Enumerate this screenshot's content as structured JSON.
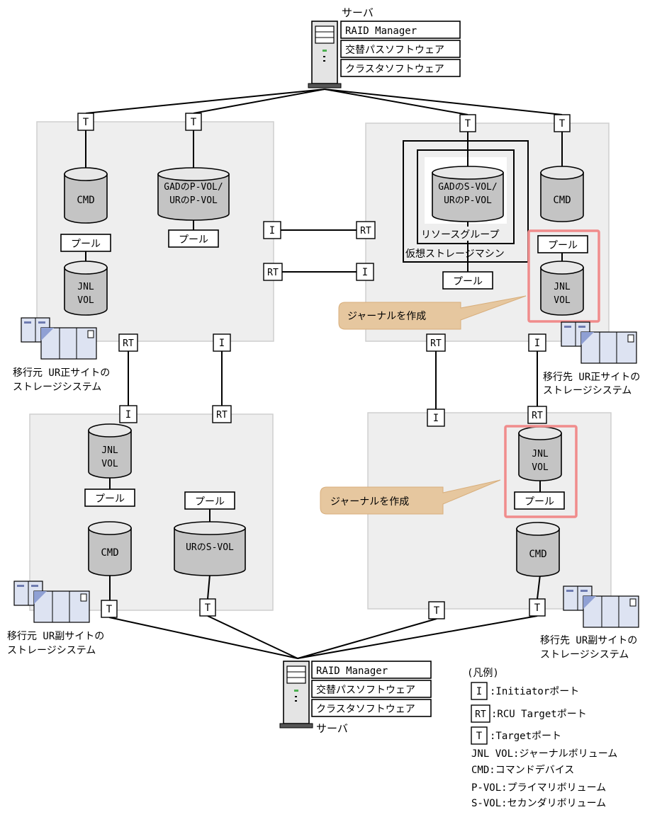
{
  "server_top": {
    "label": "サーバ",
    "software": [
      "RAID Manager",
      "交替パスソフトウェア",
      "クラスタソフトウェア"
    ]
  },
  "server_bottom": {
    "label": "サーバ",
    "software": [
      "RAID Manager",
      "交替パスソフトウェア",
      "クラスタソフトウェア"
    ]
  },
  "ports": {
    "target": "T",
    "initiator": "I",
    "rcu_target": "RT"
  },
  "site_src_primary": {
    "caption": [
      "移行元 UR正サイトの",
      "ストレージシステム"
    ],
    "cmd": "CMD",
    "pvol": [
      "GADのP-VOL/",
      "URのP-VOL"
    ],
    "pool_pvol": "プール",
    "pool_jnl": "プール",
    "jnl": [
      "JNL",
      "VOL"
    ]
  },
  "site_dst_primary": {
    "caption": [
      "移行先 UR正サイトの",
      "ストレージシステム"
    ],
    "svol": [
      "GADのS-VOL/",
      "URのP-VOL"
    ],
    "resource_group": "リソースグループ",
    "virtual_storage": "仮想ストレージマシン",
    "pool_svol": "プール",
    "cmd": "CMD",
    "pool_jnl": "プール",
    "jnl": [
      "JNL",
      "VOL"
    ],
    "callout": "ジャーナルを作成"
  },
  "site_src_secondary": {
    "caption": [
      "移行元 UR副サイトの",
      "ストレージシステム"
    ],
    "jnl": [
      "JNL",
      "VOL"
    ],
    "pool_jnl": "プール",
    "pool_svol": "プール",
    "cmd": "CMD",
    "svol": "URのS-VOL"
  },
  "site_dst_secondary": {
    "caption": [
      "移行先 UR副サイトの",
      "ストレージシステム"
    ],
    "jnl": [
      "JNL",
      "VOL"
    ],
    "pool_jnl": "プール",
    "cmd": "CMD",
    "callout": "ジャーナルを作成"
  },
  "legend": {
    "title": "(凡例)",
    "initiator": ":Initiatorポート",
    "rcu_target": ":RCU Targetポート",
    "target": ":Targetポート",
    "jnl": "JNL VOL:ジャーナルボリューム",
    "cmd": "CMD:コマンドデバイス",
    "pvol": "P-VOL:プライマリボリューム",
    "svol": "S-VOL:セカンダリボリューム"
  },
  "colors": {
    "site_background": "#eeeeee",
    "volume_fill": "#c4c4c4",
    "highlight": "#f08c8c",
    "callout_fill": "#e6c79f"
  }
}
